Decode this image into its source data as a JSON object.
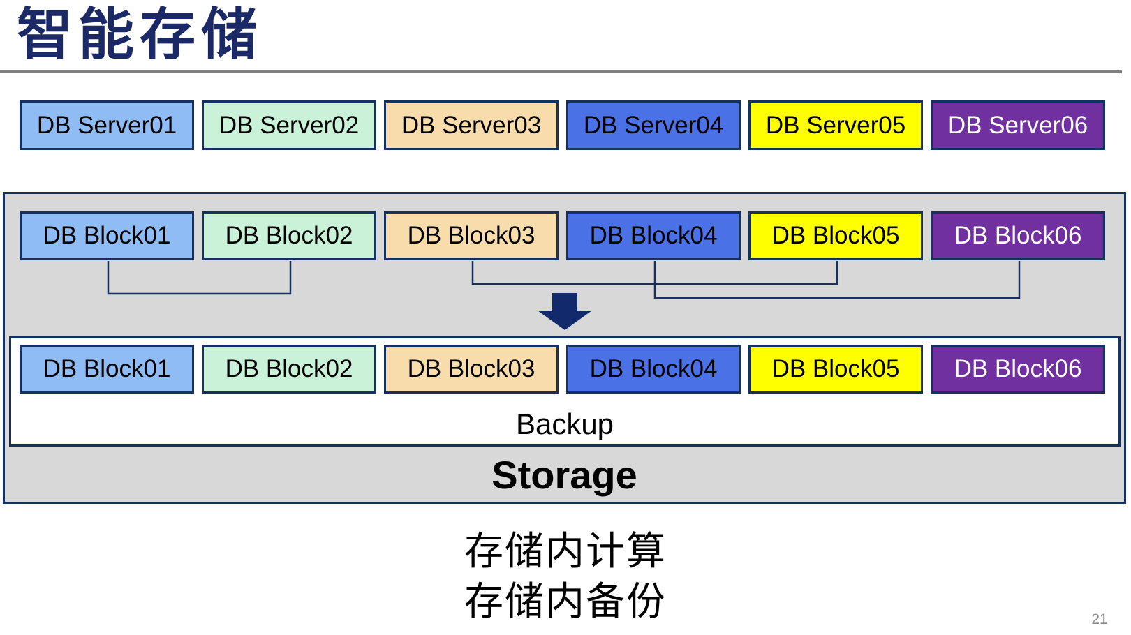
{
  "title": {
    "text": "智能存储"
  },
  "colors": {
    "title": "#1B2A66",
    "divider": "#7F7F7F",
    "outline": "#16305F",
    "arrow": "#12296B",
    "panel_gray": "#D8D8D8"
  },
  "servers": {
    "items": [
      {
        "label": "DB Server01",
        "color": "#90BCF5",
        "text_color": "#000000"
      },
      {
        "label": "DB Server02",
        "color": "#C9F2D8",
        "text_color": "#000000"
      },
      {
        "label": "DB Server03",
        "color": "#F9DCAB",
        "text_color": "#000000"
      },
      {
        "label": "DB Server04",
        "color": "#4A72E6",
        "text_color": "#000000"
      },
      {
        "label": "DB Server05",
        "color": "#FFFF00",
        "text_color": "#000000"
      },
      {
        "label": "DB Server06",
        "color": "#7030A0",
        "text_color": "#FFFFFF"
      }
    ]
  },
  "storage_unit": {
    "label": "Storage",
    "blocks_incoming": [
      {
        "label": "DB Block01",
        "color": "#90BCF5",
        "text_color": "#000000"
      },
      {
        "label": "DB Block02",
        "color": "#C9F2D8",
        "text_color": "#000000"
      },
      {
        "label": "DB Block03",
        "color": "#F9DCAB",
        "text_color": "#000000"
      },
      {
        "label": "DB Block04",
        "color": "#4A72E6",
        "text_color": "#000000"
      },
      {
        "label": "DB Block05",
        "color": "#FFFF00",
        "text_color": "#000000"
      },
      {
        "label": "DB Block06",
        "color": "#7030A0",
        "text_color": "#FFFFFF"
      }
    ],
    "backup": {
      "label": "Backup",
      "blocks": [
        {
          "label": "DB Block01",
          "color": "#90BCF5",
          "text_color": "#000000"
        },
        {
          "label": "DB Block02",
          "color": "#C9F2D8",
          "text_color": "#000000"
        },
        {
          "label": "DB Block03",
          "color": "#F9DCAB",
          "text_color": "#000000"
        },
        {
          "label": "DB Block04",
          "color": "#4A72E6",
          "text_color": "#000000"
        },
        {
          "label": "DB Block05",
          "color": "#FFFF00",
          "text_color": "#000000"
        },
        {
          "label": "DB Block06",
          "color": "#7030A0",
          "text_color": "#FFFFFF"
        }
      ]
    }
  },
  "caption": {
    "line1": "存储内计算",
    "line2": "存储内备份"
  },
  "page_number": "21"
}
